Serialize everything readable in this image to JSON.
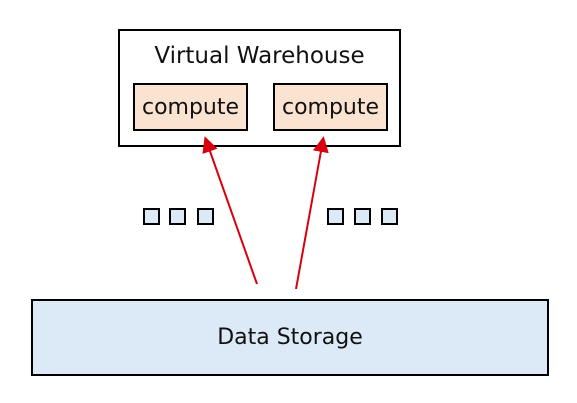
{
  "warehouse": {
    "title": "Virtual Warehouse"
  },
  "compute_nodes": [
    {
      "label": "compute"
    },
    {
      "label": "compute"
    }
  ],
  "storage": {
    "label": "Data Storage"
  },
  "colors": {
    "compute_fill": "#fbe3d2",
    "storage_fill": "#dce9f6",
    "arrow": "#d9000d"
  }
}
